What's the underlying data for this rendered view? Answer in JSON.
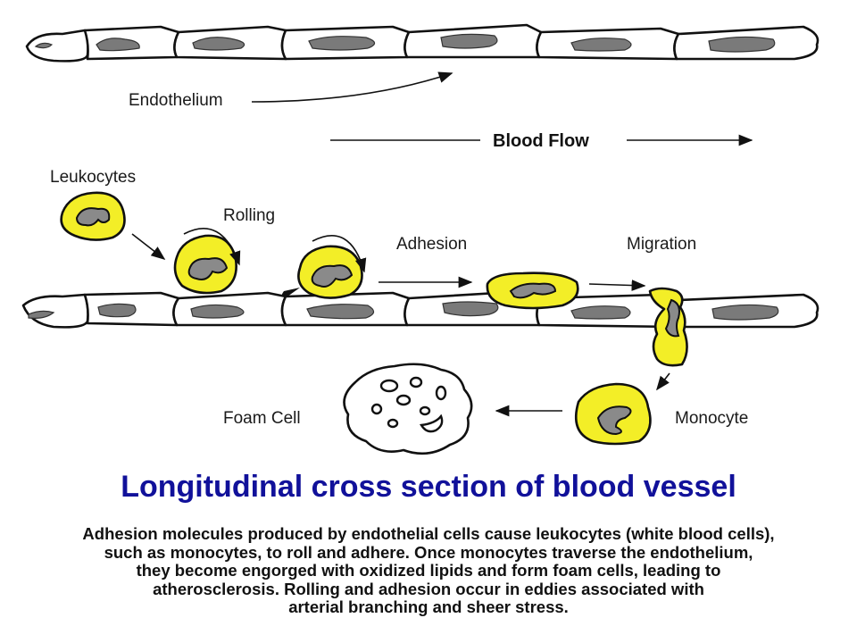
{
  "labels": {
    "endothelium": "Endothelium",
    "blood_flow": "Blood Flow",
    "leukocytes": "Leukocytes",
    "rolling": "Rolling",
    "adhesion": "Adhesion",
    "migration": "Migration",
    "foam_cell": "Foam Cell",
    "monocyte": "Monocyte"
  },
  "title": "Longitudinal cross section of blood vessel",
  "caption_lines": [
    "Adhesion molecules produced by endothelial cells cause leukocytes (white blood cells),",
    "such as monocytes, to roll and adhere.  Once monocytes traverse the endothelium,",
    "they become engorged with oxidized lipids and form foam cells, leading to",
    "atherosclerosis.  Rolling and adhesion occur in eddies associated with",
    "arterial branching and sheer stress."
  ],
  "colors": {
    "leukocyte_fill": "#f3ee27",
    "nucleus": "#7a7a7a",
    "title": "#11119a"
  }
}
